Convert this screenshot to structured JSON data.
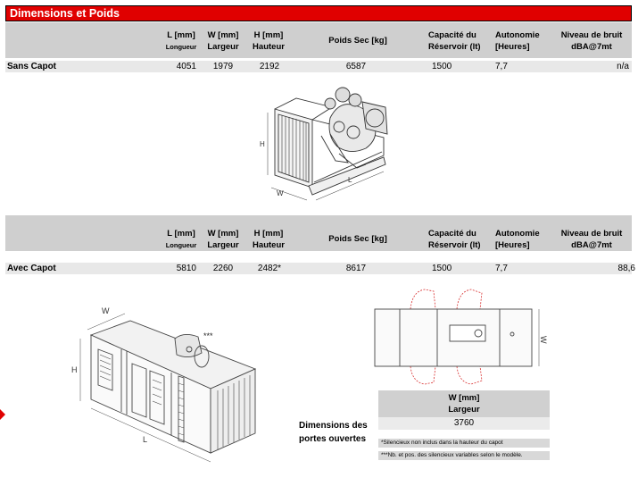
{
  "section_title": "Dimensions et Poids",
  "headers": {
    "l": {
      "line1": "L [mm]",
      "line2": "Longueur"
    },
    "w": {
      "line1": "W [mm]",
      "line2": "Largeur"
    },
    "h": {
      "line1": "H  [mm]",
      "line2": "Hauteur"
    },
    "weight": "Poids Sec [kg]",
    "tank": {
      "line1": "Capacité du",
      "line2": "Réservoir  (lt)"
    },
    "autonomy": {
      "line1": "Autonomie",
      "line2": "[Heures]"
    },
    "noise": {
      "line1": "Niveau de bruit",
      "line2": "dBA@7mt"
    }
  },
  "rows": {
    "sans_capot": {
      "label": "Sans Capot",
      "l": "4051",
      "w": "1979",
      "h": "2192",
      "weight": "6587",
      "tank": "1500",
      "autonomy": "7,7",
      "noise": "n/a"
    },
    "avec_capot": {
      "label": "Avec Capot",
      "l": "5810",
      "w": "2260",
      "h": "2482*",
      "weight": "8617",
      "tank": "1500",
      "autonomy": "7,7",
      "noise": "88,6"
    }
  },
  "open_doors": {
    "label_line1": "Dimensions des",
    "label_line2": "portes ouvertes",
    "header_line1": "W [mm]",
    "header_line2": "Largeur",
    "value": "3760"
  },
  "notes": {
    "note1": "*Silencieux non inclus dans la hauteur du capot",
    "note2": "***Nb. et pos. des silencieux variables selon le modèle."
  },
  "drawing_labels": {
    "h": "H",
    "w": "W",
    "l": "L",
    "stars": "***"
  }
}
